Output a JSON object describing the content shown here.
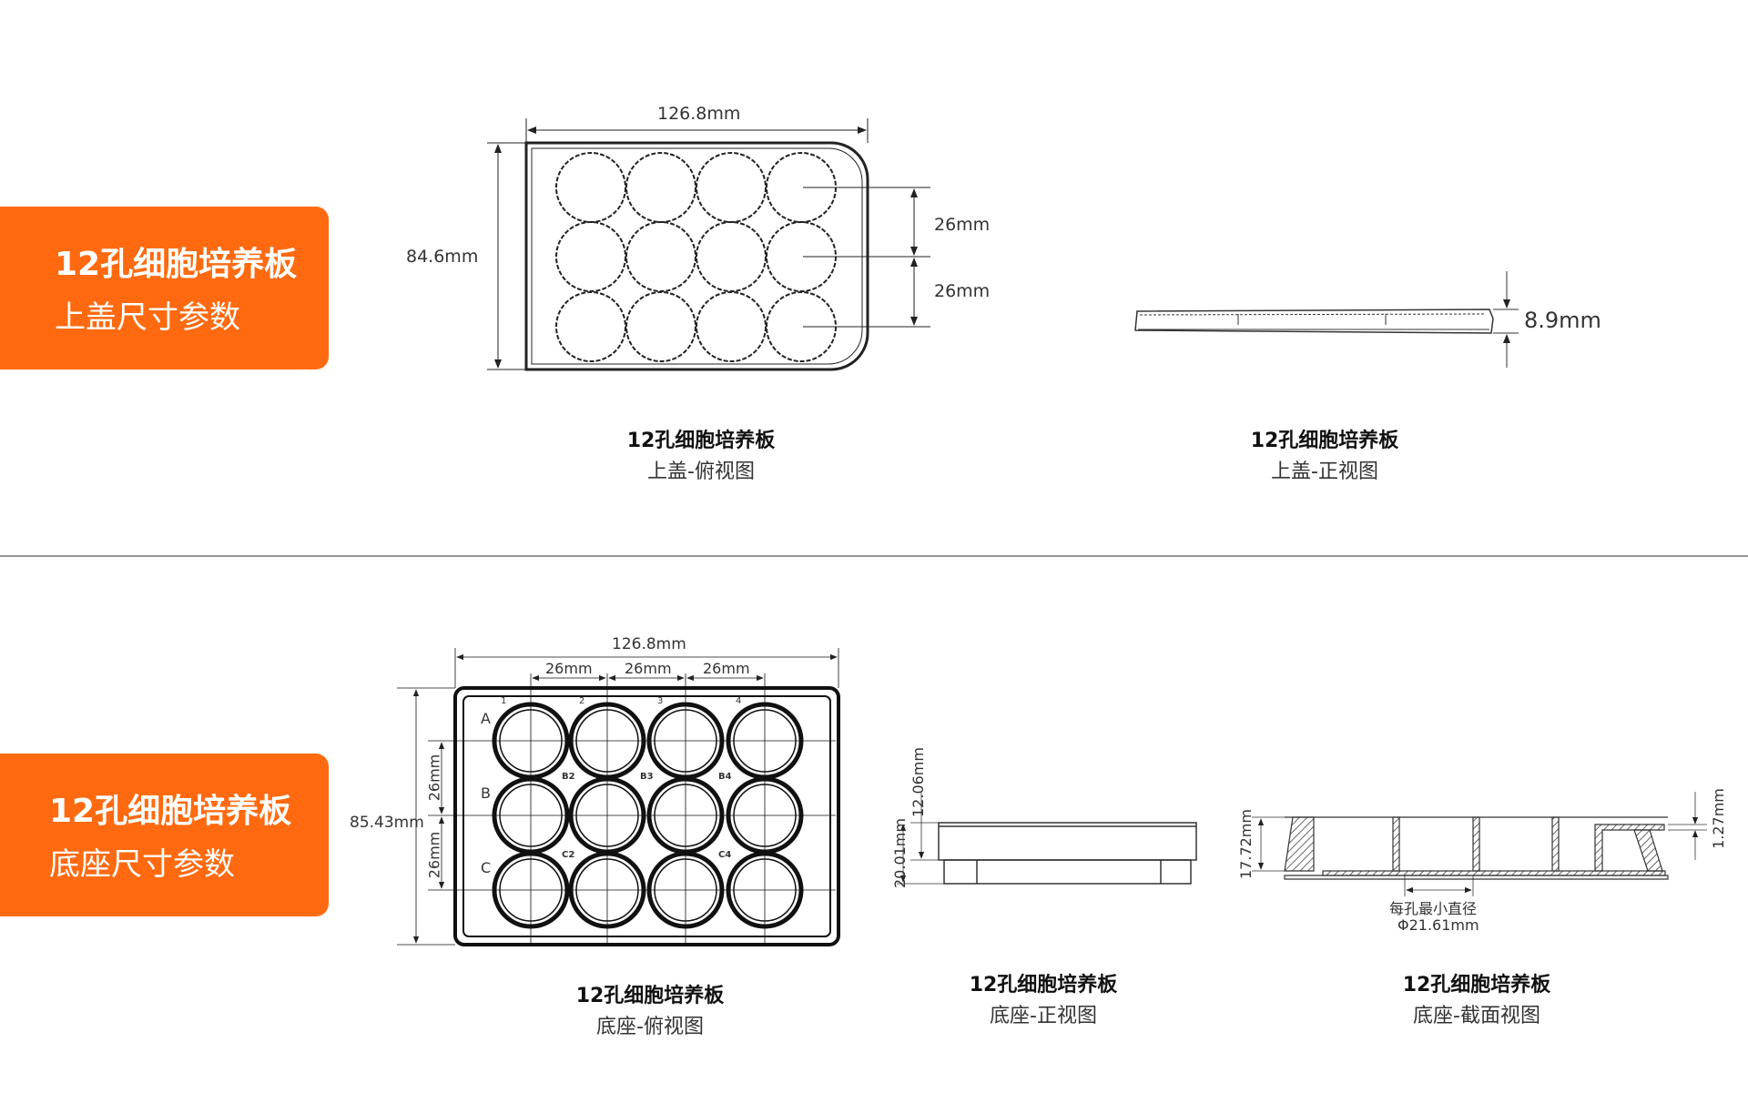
{
  "sections": [
    {
      "badge_title": "12孔细胞培养板",
      "badge_sub": "上盖尺寸参数"
    },
    {
      "badge_title": "12孔细胞培养板",
      "badge_sub": "底座尺寸参数"
    }
  ],
  "captions": [
    {
      "title": "12孔细胞培养板",
      "sub": "上盖-俯视图"
    },
    {
      "title": "12孔细胞培养板",
      "sub": "上盖-正视图"
    },
    {
      "title": "12孔细胞培养板",
      "sub": "底座-俯视图"
    },
    {
      "title": "12孔细胞培养板",
      "sub": "底座-正视图"
    },
    {
      "title": "12孔细胞培养板",
      "sub": "底座-截面视图"
    }
  ],
  "dims": {
    "lid_width": "126.8mm",
    "lid_height": "84.6mm",
    "lid_pitch1": "26mm",
    "lid_pitch2": "26mm",
    "lid_thickness": "8.9mm",
    "base_width": "126.8mm",
    "base_height": "85.43mm",
    "base_pitch_x": [
      "26mm",
      "26mm",
      "26mm"
    ],
    "base_pitch_y": [
      "26mm",
      "26mm"
    ],
    "base_front_h1": "12.06mm",
    "base_front_h2": "20.01mm",
    "section_h": "17.72mm",
    "section_t": "1.27mm",
    "section_note": "每孔最小直径",
    "section_dia": "Φ21.61mm"
  },
  "well_labels": {
    "rows": [
      "A",
      "B",
      "C"
    ],
    "cols": [
      "1",
      "2",
      "3",
      "4"
    ],
    "marks": [
      "B2",
      "B3",
      "B4",
      "C2",
      "C4"
    ]
  },
  "colors": {
    "accent": "#ff6a10"
  }
}
